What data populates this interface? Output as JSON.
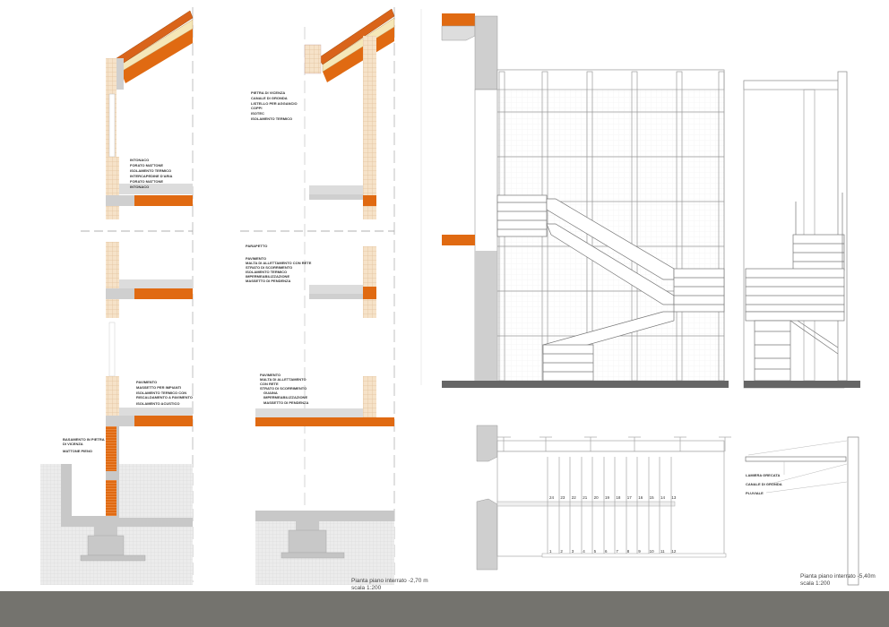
{
  "colors": {
    "brick": "#e06a12",
    "concrete": "#cfcfcf",
    "band": "#74736e",
    "masonry": "#f5dfc4"
  },
  "section_left": {
    "wall_labels": [
      "INTONACO",
      "FORATO MATTONE",
      "ISOLAMENTO TERMICO",
      "INTERCAPEDINE D'ARIA",
      "FORATO MATTONE",
      "INTONACO"
    ],
    "floor_labels": [
      "PAVIMENTO",
      "MASSETTO PER IMPIANTI",
      "ISOLAMENTO TERMICO CON",
      "RISCALDAMENTO A PAVIMENTO",
      "ISOLAMENTO ACUSTICO"
    ],
    "base_labels": [
      "BASAMENTO IN PIETRA",
      "DI VICENZA",
      "MATTONE PIENO"
    ]
  },
  "section_right": {
    "roof_labels": [
      "PIETRA DI VICENZA",
      "CANALE DI GRONDA",
      "LISTELLO PER AGGANCIO",
      "COPPI",
      "ISOTEC",
      "ISOLAMENTO TERMICO"
    ],
    "parapet_label": "PARAPETTO",
    "floor_labels": [
      "PAVIMENTO",
      "MALTA DI ALLETTAMENTO CON RETE",
      "STRATO DI SCORRIMENTO",
      "ISOLAMENTO TERMICO",
      "IMPERMEABILIZZAZIONE",
      "MASSETTO DI PENDENZA"
    ],
    "ground_labels": [
      "PAVIMENTO",
      "MALTA DI ALLETTAMENTO",
      "CON RETE",
      "STRATO DI SCORRIMENTO",
      "GUAINA",
      "IMPERMEABILIZZAZIONE",
      "MASSETTO DI PENDENZA"
    ]
  },
  "caption_left": {
    "title": "Pianta piano interrato -2,70 m",
    "scale": "scala 1:200"
  },
  "caption_right": {
    "title": "Pianta piano interrato -5,40m",
    "scale": "scala 1:200"
  },
  "stair_plan": {
    "lower_steps": [
      "1",
      "2",
      "3",
      "4",
      "5",
      "6",
      "7",
      "8",
      "9",
      "10",
      "11",
      "12"
    ],
    "upper_steps": [
      "24",
      "23",
      "22",
      "21",
      "20",
      "19",
      "18",
      "17",
      "16",
      "15",
      "14",
      "13"
    ]
  },
  "canopy_detail": {
    "labels": [
      "LAMIERA GRECATA",
      "CANALE DI GRONDA",
      "PLUVIALE"
    ]
  }
}
